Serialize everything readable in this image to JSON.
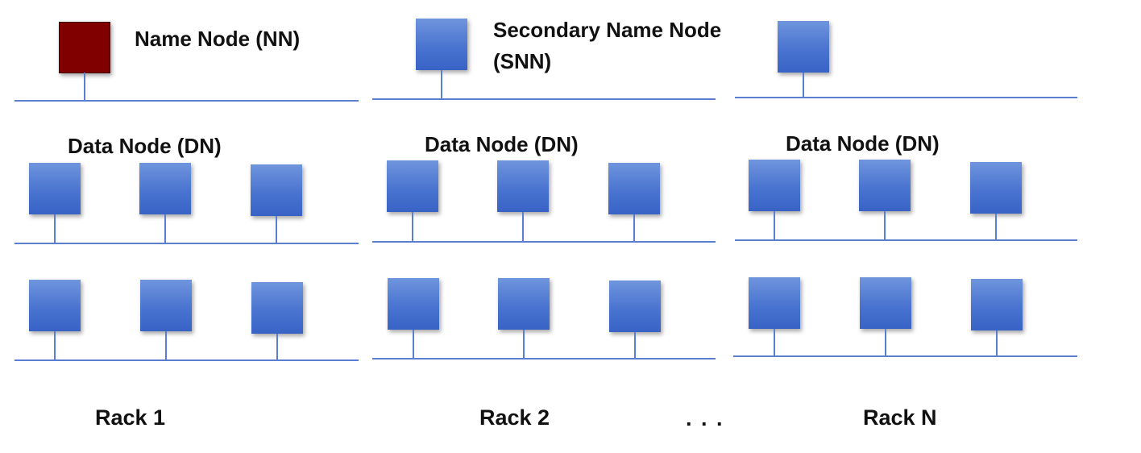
{
  "labels": {
    "name_node": "Name Node (NN)",
    "secondary_line1": "Secondary Name Node",
    "secondary_line2": "(SNN)",
    "data_node": "Data Node (DN)",
    "ellipsis": ". . ."
  },
  "racks": [
    {
      "name": "Rack 1"
    },
    {
      "name": "Rack 2"
    },
    {
      "name": "Rack N"
    }
  ],
  "colors": {
    "name_node": "#800000",
    "node_blue": "#4a74d0",
    "network_line": "#5a7fd0",
    "text": "#111111"
  }
}
